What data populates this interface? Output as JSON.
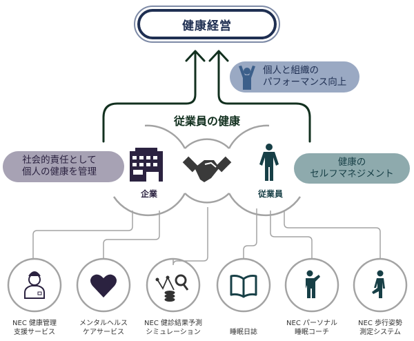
{
  "title": "健康経営",
  "performance": {
    "line1": "個人と組織の",
    "line2": "パフォーマンス向上",
    "icon": "person-arms-raised-icon"
  },
  "center_title": "従業員の健康",
  "company": {
    "label": "企業",
    "icon": "office-building-icon",
    "role_line1": "社会的責任として",
    "role_line2": "個人の健康を管理"
  },
  "handshake_icon": "handshake-icon",
  "employee": {
    "label": "従業員",
    "icon": "person-standing-icon",
    "role_line1": "健康の",
    "role_line2": "セルフマネジメント"
  },
  "services": [
    {
      "line1": "NEC 健康管理",
      "line2": "支援サービス",
      "icon": "nurse-icon"
    },
    {
      "line1": "メンタルヘルス",
      "line2": "ケアサービス",
      "icon": "heart-icon"
    },
    {
      "line1": "NEC 健診結果予測",
      "line2": "シミュレーション",
      "icon": "data-analysis-icon"
    },
    {
      "line1": "睡眠日誌",
      "line2": "",
      "icon": "open-book-icon"
    },
    {
      "line1": "NEC パーソナル",
      "line2": "睡眠コーチ",
      "icon": "coach-person-icon"
    },
    {
      "line1": "NEC 歩行姿勢",
      "line2": "測定システム",
      "icon": "walking-person-icon"
    }
  ],
  "colors": {
    "navy": "#1f2f52",
    "dark_green": "#12301f",
    "purple_dark": "#2b2240",
    "teal_dark": "#173f46",
    "gray_line": "#9e9e9e",
    "perf_fill": "#9aa9c3",
    "company_fill": "#a7a2b4",
    "employee_fill": "#8eaaad"
  }
}
